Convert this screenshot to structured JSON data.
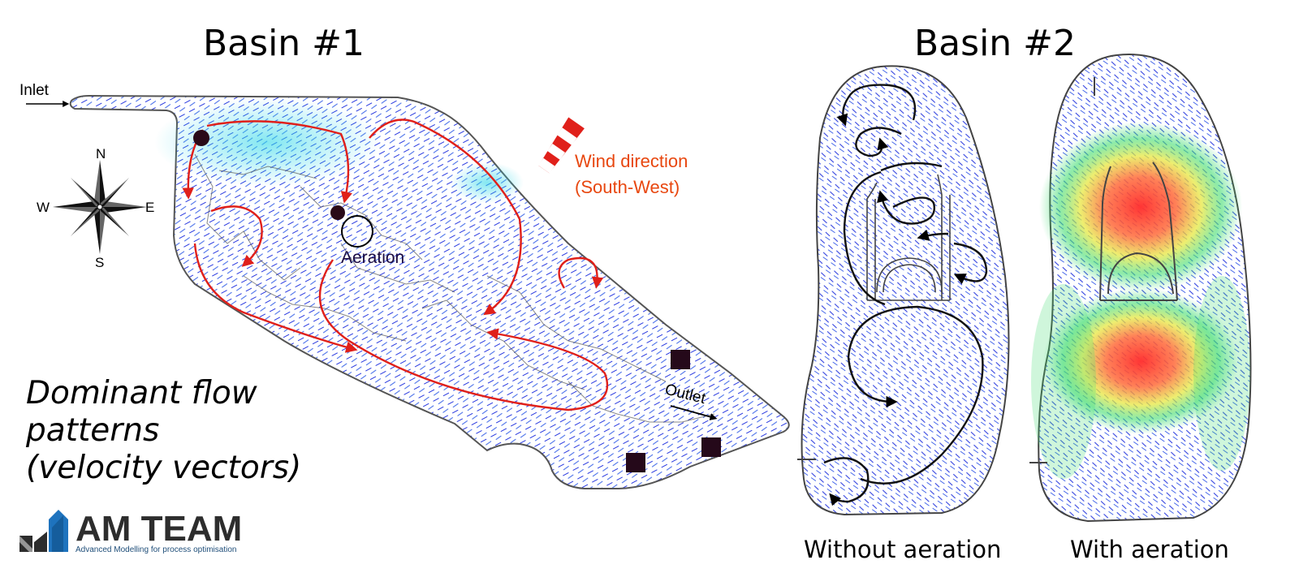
{
  "basin1": {
    "title": "Basin #1",
    "inlet_label": "Inlet",
    "outlet_label": "Outlet",
    "aeration_label": "Aeration"
  },
  "basin2": {
    "title": "Basin #2",
    "caption_without": "Without aeration",
    "caption_with": "With aeration"
  },
  "compass": {
    "north": "N",
    "south": "S",
    "east": "E",
    "west": "W"
  },
  "wind": {
    "line1": "Wind direction",
    "line2": "(South-West)"
  },
  "description": {
    "line1": "Dominant flow",
    "line2": "patterns",
    "line3": "(velocity vectors)"
  },
  "logo": {
    "name": "AM TEAM",
    "tagline": "Advanced Modelling for process optimisation"
  },
  "colors": {
    "flow_arrow": "#e0201a",
    "wind_text": "#e8470f",
    "vector_low": "#2233dd",
    "vector_high": "#ff2a2a",
    "logo_dark": "#2d2d2d",
    "logo_blue": "#1e73be",
    "marker": "#2a0a18"
  }
}
